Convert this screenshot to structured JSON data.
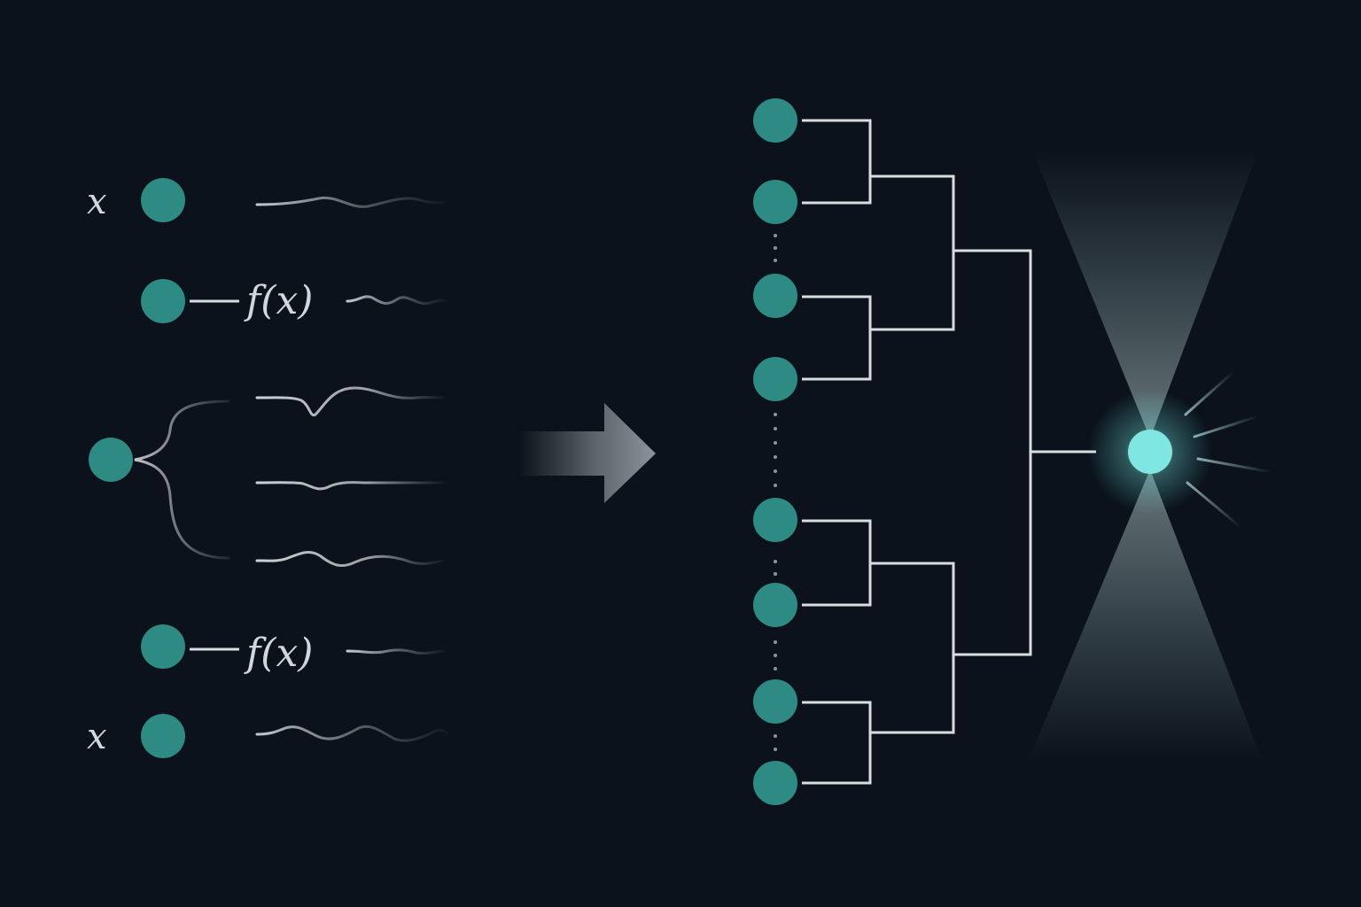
{
  "colors": {
    "background": "#0b121b",
    "node": "#2e8b84",
    "root_node": "#7fe6e1",
    "line": "#d9dde0",
    "text": "#cfd8dc",
    "glow": "#bfe9ea"
  },
  "left_panel": {
    "rows": [
      {
        "label": "x",
        "kind": "variable"
      },
      {
        "label": "f(x)",
        "kind": "function"
      },
      {
        "label": "",
        "kind": "branch"
      },
      {
        "label": "f(x)",
        "kind": "function"
      },
      {
        "label": "x",
        "kind": "variable"
      }
    ]
  },
  "arrow": {
    "icon": "right-arrow-icon"
  },
  "tree": {
    "leaf_count": 8,
    "levels": 3,
    "root": "glowing-root-node"
  }
}
